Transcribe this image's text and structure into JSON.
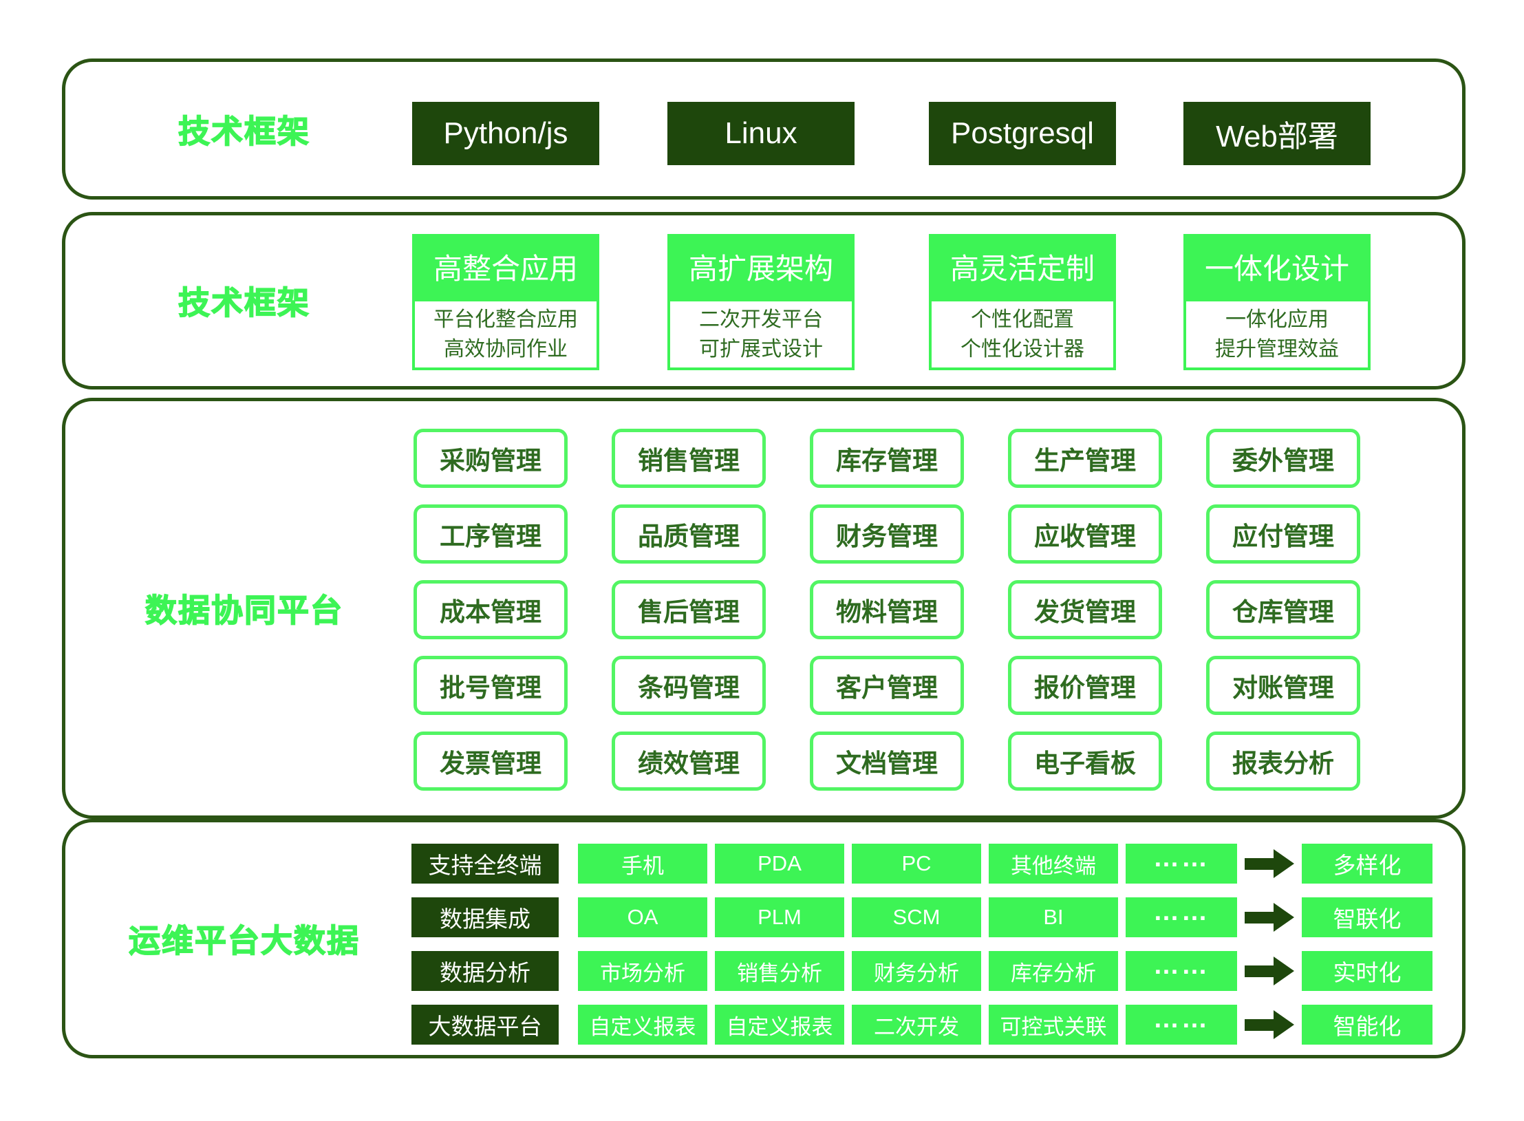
{
  "colors": {
    "accent_green": "#3DF455",
    "grid_border_green": "#52F563",
    "dark_green": "#1E470C",
    "section_border_green": "#2B5414",
    "module_text_green": "#2E6B20"
  },
  "tech_top": {
    "label": "技术框架",
    "boxes": [
      "Python/js",
      "Linux",
      "Postgresql",
      "Web部署"
    ]
  },
  "tech_features": {
    "label": "技术框架",
    "features": [
      {
        "title": "高整合应用",
        "line1": "平台化整合应用",
        "line2": "高效协同作业"
      },
      {
        "title": "高扩展架构",
        "line1": "二次开发平台",
        "line2": "可扩展式设计"
      },
      {
        "title": "高灵活定制",
        "line1": "个性化配置",
        "line2": "个性化设计器"
      },
      {
        "title": "一体化设计",
        "line1": "一体化应用",
        "line2": "提升管理效益"
      }
    ]
  },
  "data_platform": {
    "label": "数据协同平台",
    "modules": [
      [
        "采购管理",
        "销售管理",
        "库存管理",
        "生产管理",
        "委外管理"
      ],
      [
        "工序管理",
        "品质管理",
        "财务管理",
        "应收管理",
        "应付管理"
      ],
      [
        "成本管理",
        "售后管理",
        "物料管理",
        "发货管理",
        "仓库管理"
      ],
      [
        "批号管理",
        "条码管理",
        "客户管理",
        "报价管理",
        "对账管理"
      ],
      [
        "发票管理",
        "绩效管理",
        "文档管理",
        "电子看板",
        "报表分析"
      ]
    ]
  },
  "ops_platform": {
    "label": "运维平台大数据",
    "rows": [
      {
        "category": "支持全终端",
        "items": [
          "手机",
          "PDA",
          "PC",
          "其他终端",
          "……"
        ],
        "result": "多样化"
      },
      {
        "category": "数据集成",
        "items": [
          "OA",
          "PLM",
          "SCM",
          "BI",
          "……"
        ],
        "result": "智联化"
      },
      {
        "category": "数据分析",
        "items": [
          "市场分析",
          "销售分析",
          "财务分析",
          "库存分析",
          "……"
        ],
        "result": "实时化"
      },
      {
        "category": "大数据平台",
        "items": [
          "自定义报表",
          "自定义报表",
          "二次开发",
          "可控式关联",
          "……"
        ],
        "result": "智能化"
      }
    ]
  }
}
